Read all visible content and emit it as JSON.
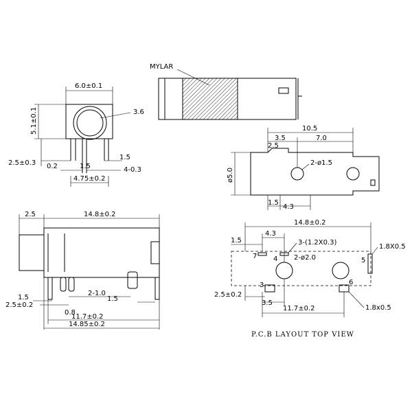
{
  "front_view": {
    "width_dim": "6.0±0.1",
    "height_dim": "5.1±0.1",
    "hole_dim": "3.6",
    "pin_offset_dim": "2.5±0.3",
    "pin_width_dim": "0.2",
    "pin_pitch_dim": "1.5",
    "pin_spacing_dim": "1.5",
    "pin_pitch_dim2": "4-0.3",
    "base_width_dim": "4.75±0.2"
  },
  "mylar_view": {
    "label": "MYLAR"
  },
  "top_view": {
    "length_dim": "10.5",
    "seg_a_dim": "3.5",
    "seg_b_dim": "7.0",
    "offset_dim": "2.5",
    "hole_dim": "2-ø1.5",
    "diameter_dim": "ø5.0",
    "small_a_dim": "1.5",
    "small_b_dim": "4.3"
  },
  "side_view": {
    "front_dim": "2.5",
    "length_dim": "14.8±0.2",
    "pin_a_dim": "1.5",
    "pin_b_dim": "2.5±0.2",
    "pin_c_dim": "2-1.0",
    "pin_d_dim": "1.5",
    "pin_e_dim": "0.8",
    "span_dim": "11.7±0.2",
    "total_dim": "14.85±0.2"
  },
  "pcb_view": {
    "length_dim": "14.8±0.2",
    "front_dim": "1.5",
    "seg_dim": "4.3",
    "slot_dim": "3-(1.2X0.3)",
    "hole_dim": "2-ø2.0",
    "pad_dim_top": "1.8X0.5",
    "pad_dim_bottom": "1.8x0.5",
    "offset_dim": "2.5±0.2",
    "seg2_dim": "3.5",
    "span_dim": "11.7±0.2",
    "pin_labels": [
      "7",
      "4",
      "5",
      "3",
      "6"
    ],
    "caption": "P.C.B LAYOUT TOP VIEW"
  }
}
